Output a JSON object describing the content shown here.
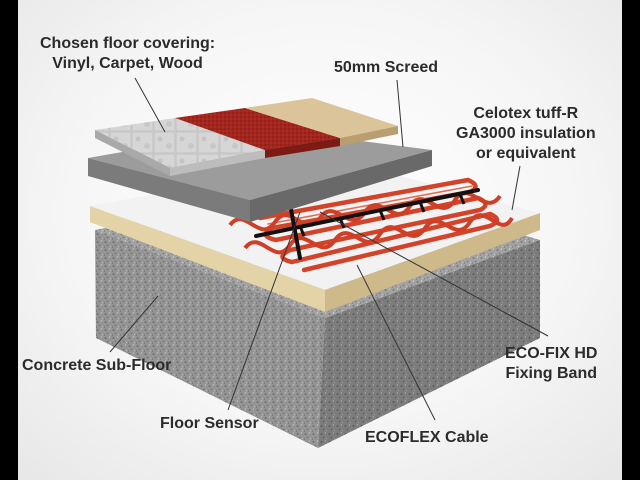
{
  "labels": {
    "floor_covering_line1": "Chosen floor covering:",
    "floor_covering_line2": "Vinyl, Carpet, Wood",
    "screed": "50mm Screed",
    "insulation_line1": "Celotex tuff-R",
    "insulation_line2": "GA3000 insulation",
    "insulation_line3": "or equivalent",
    "subfloor": "Concrete Sub-Floor",
    "fixing_line1": "ECO-FIX HD",
    "fixing_line2": "Fixing Band",
    "sensor": "Floor Sensor",
    "cable": "ECOFLEX Cable"
  },
  "colors": {
    "concrete": "#9a9a9a",
    "insulation_edge": "#e3d3a6",
    "insulation_top": "#f2f2f2",
    "screed": "#8c8c8c",
    "tile": "#cfcfcf",
    "carpet": "#a3261e",
    "wood": "#dcc49a",
    "cable": "#d2432a",
    "fixing_band": "#111111"
  }
}
